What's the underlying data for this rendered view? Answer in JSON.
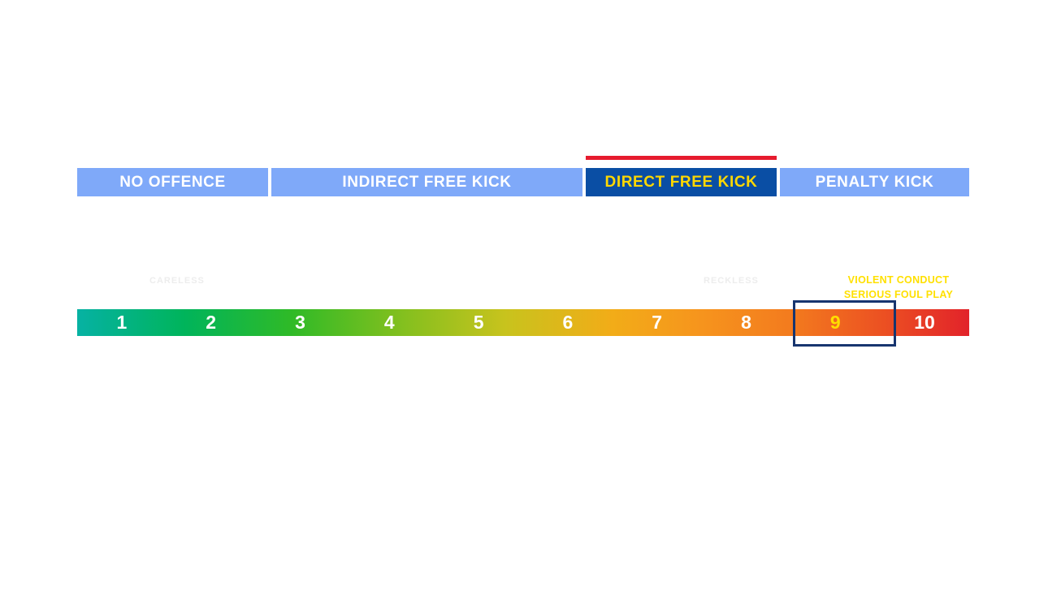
{
  "header": {
    "segments": [
      {
        "label": "NO OFFENCE",
        "variant": "light"
      },
      {
        "label": "INDIRECT FREE KICK",
        "variant": "light"
      },
      {
        "label": "DIRECT FREE KICK",
        "variant": "active"
      },
      {
        "label": "PENALTY KICK",
        "variant": "light"
      }
    ]
  },
  "highlight": {
    "red_line_over_segment": "DIRECT FREE KICK",
    "boxed_number": "9",
    "annotation_lines": [
      "VIOLENT CONDUCT",
      "SERIOUS FOUL PLAY"
    ]
  },
  "scale": {
    "numbers": [
      "1",
      "2",
      "3",
      "4",
      "5",
      "6",
      "7",
      "8",
      "9",
      "10"
    ],
    "faint_labels": [
      "CARELESS",
      "RECKLESS"
    ]
  },
  "colors": {
    "segment_light_bg": "#7FA9F9",
    "segment_light_text": "#FFFFFF",
    "segment_active_bg": "#0A4EA4",
    "segment_active_text": "#FFD800",
    "red_line": "#E61B2E",
    "scale_gradient_start": "#06B2A3",
    "scale_gradient_mid": "#C8C31D",
    "scale_gradient_end": "#E2232A",
    "highlight_box_border": "#17356F",
    "annotation_text": "#FFE000",
    "scale_number_text": "#FFFFFF",
    "scale_number_highlighted": "#FFDD00"
  }
}
